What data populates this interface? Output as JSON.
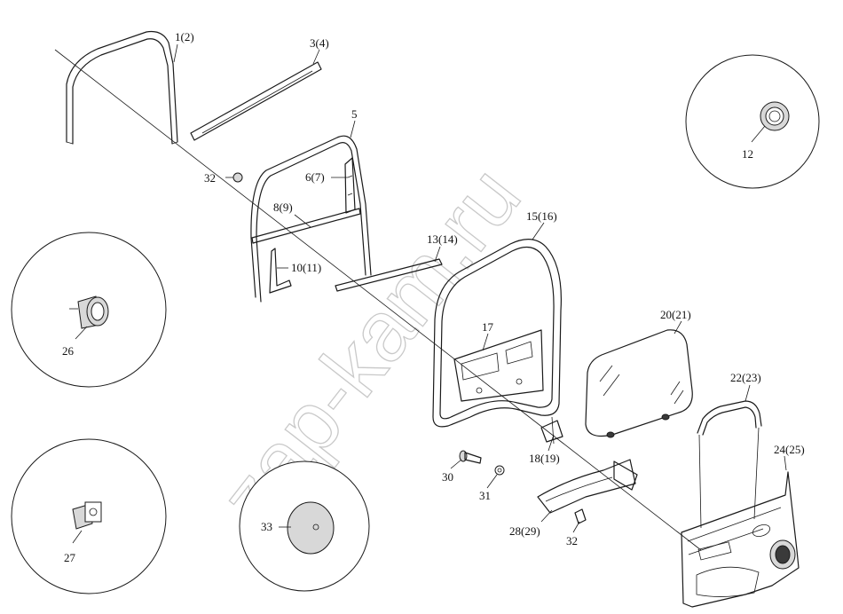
{
  "watermark": "zap-kam.ru",
  "callouts": {
    "c1": "1(2)",
    "c3": "3(4)",
    "c5": "5",
    "c6": "6(7)",
    "c8": "8(9)",
    "c10": "10(11)",
    "c12": "12",
    "c13": "13(14)",
    "c15": "15(16)",
    "c17": "17",
    "c18": "18(19)",
    "c20": "20(21)",
    "c22": "22(23)",
    "c24": "24(25)",
    "c26": "26",
    "c27": "27",
    "c28": "28(29)",
    "c30": "30",
    "c31": "31",
    "c32a": "32",
    "c32b": "32",
    "c33": "33"
  }
}
